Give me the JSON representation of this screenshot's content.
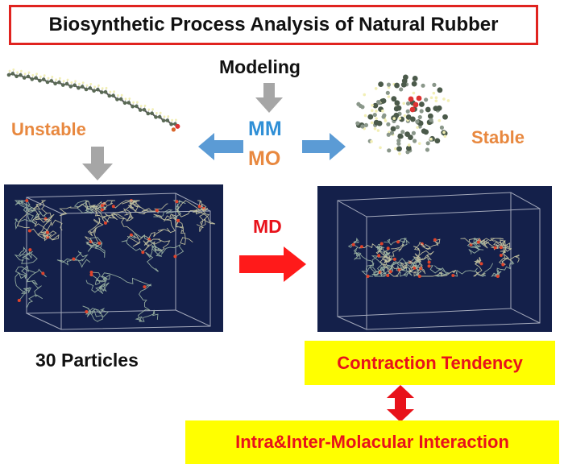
{
  "title": "Biosynthetic Process Analysis of Natural Rubber",
  "labels": {
    "modeling": "Modeling",
    "unstable": "Unstable",
    "stable": "Stable",
    "mm": "MM",
    "mo": "MO",
    "md": "MD",
    "particles": "30 Particles",
    "contraction": "Contraction Tendency",
    "interaction": "Intra&Inter-Molacular Interaction"
  },
  "colors": {
    "title_border": "#e0231f",
    "orange_label": "#e8883f",
    "blue_label": "#2f8fd6",
    "red_label": "#e8121b",
    "highlight": "#ffff00",
    "panel_bg": "#14204a",
    "gray_arrow": "#a6a6a6",
    "blue_arrow": "#5b9bd5",
    "red_arrow": "#ff1a1a"
  }
}
